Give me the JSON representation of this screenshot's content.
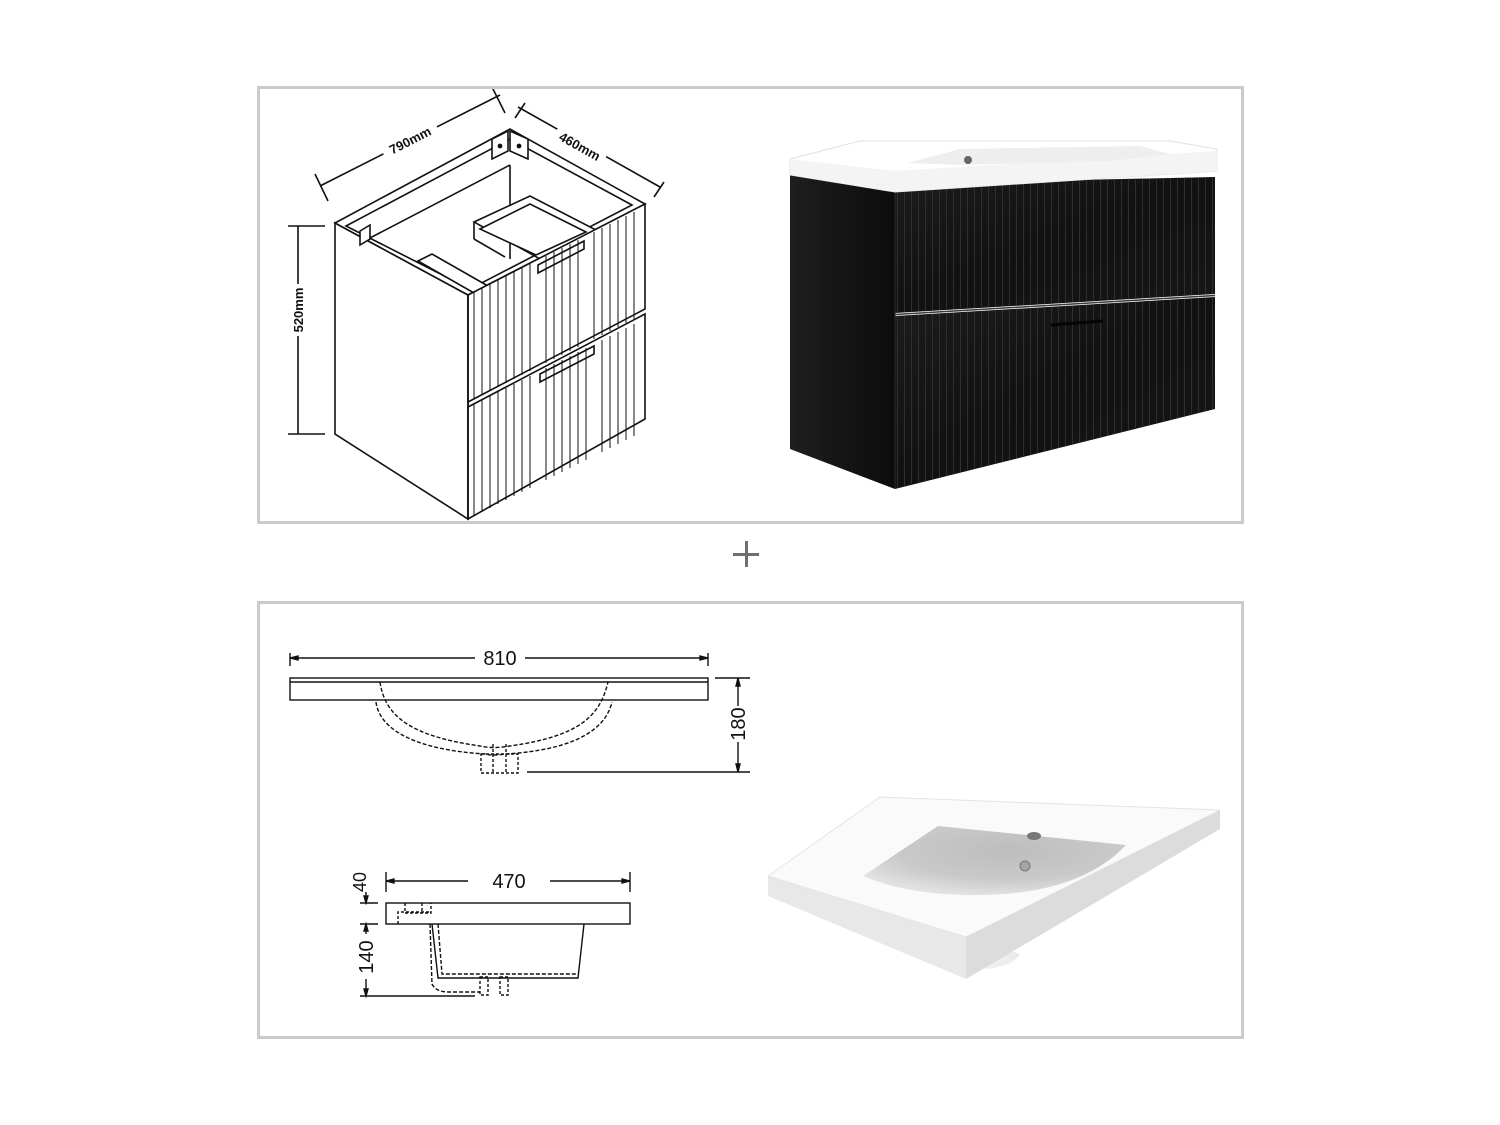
{
  "title": "Fluted wall-hung bathroom vanity with integrated washbasin — dimension sheet",
  "colors": {
    "frame_border": "#cbcbcb",
    "line": "#111111",
    "cabinet_black": "#141414",
    "basin_white": "#f7f7f7",
    "basin_shadow": "#bdbdbd",
    "plus": "#6f6f6f"
  },
  "top_panel": {
    "cabinet_drawing": {
      "label": "Cabinet isometric line drawing",
      "dimensions": {
        "width": "790mm",
        "depth": "460mm",
        "height": "520mm"
      },
      "drawers": 2,
      "front_style": "fluted"
    },
    "cabinet_render": {
      "label": "Black fluted cabinet with white basin (product render)",
      "drawers": 2,
      "finish": "gloss black"
    }
  },
  "separator": {
    "symbol": "+",
    "icon": "plus-icon"
  },
  "bottom_panel": {
    "basin_front_view": {
      "label": "Basin front elevation",
      "width": "810",
      "height": "180"
    },
    "basin_side_view": {
      "label": "Basin side elevation",
      "depth": "470",
      "top_thickness": "40",
      "bowl_depth": "140"
    },
    "basin_render": {
      "label": "White ceramic washbasin (product render)",
      "tap_holes": 1
    }
  }
}
